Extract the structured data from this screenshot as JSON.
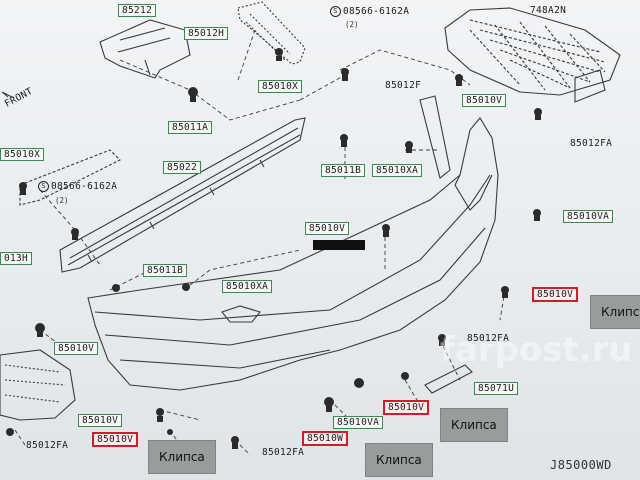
{
  "labels": {
    "p85212": "85212",
    "p85012h": "85012H",
    "p85010x_top": "85010X",
    "p85011a": "85011A",
    "p85010x_left": "85010X",
    "p85022": "85022",
    "p85011b_left": "85011B",
    "p13h": "013H",
    "p85010xa_mid": "85010XA",
    "p85010v_left": "85010V",
    "p85012fa_bl": "85012FA",
    "p85010v_bl": "85010V",
    "p85010v_red_bl": "85010V",
    "p85012fa_bot": "85012FA",
    "p85010w_red_bot": "85010W",
    "p85010va_bot": "85010VA",
    "p85010v_red_bot": "85010V",
    "p85071u": "85071U",
    "p85012fa_right": "85012FA",
    "p85010v_red_right": "85010V",
    "p85010va_right": "85010VA",
    "p85010v_center": "85010V",
    "p85011b_center": "85011B",
    "p85010xa_center": "85010XA",
    "p85012f": "85012F",
    "p85010v_top": "85010V",
    "p85012fa_topright": "85012FA",
    "p748a2n": "748A2N",
    "screw_top": "08566-6162A",
    "screw_left": "08566-6162A",
    "qty_top": "(2)",
    "qty_left": "(2)",
    "screw_symbol": "S",
    "front": "FRONT"
  },
  "clips": {
    "right": "Клипс",
    "bottom_center": "Клипса",
    "bottom_left": "Клипса",
    "bottom_mid": "Клипса"
  },
  "diagram_id": "J85000WD",
  "watermark": "farpost.ru",
  "colors": {
    "label_border": "#3c8a4e",
    "highlight_border": "#d21c2b",
    "clip_bg": "#979c9c"
  }
}
